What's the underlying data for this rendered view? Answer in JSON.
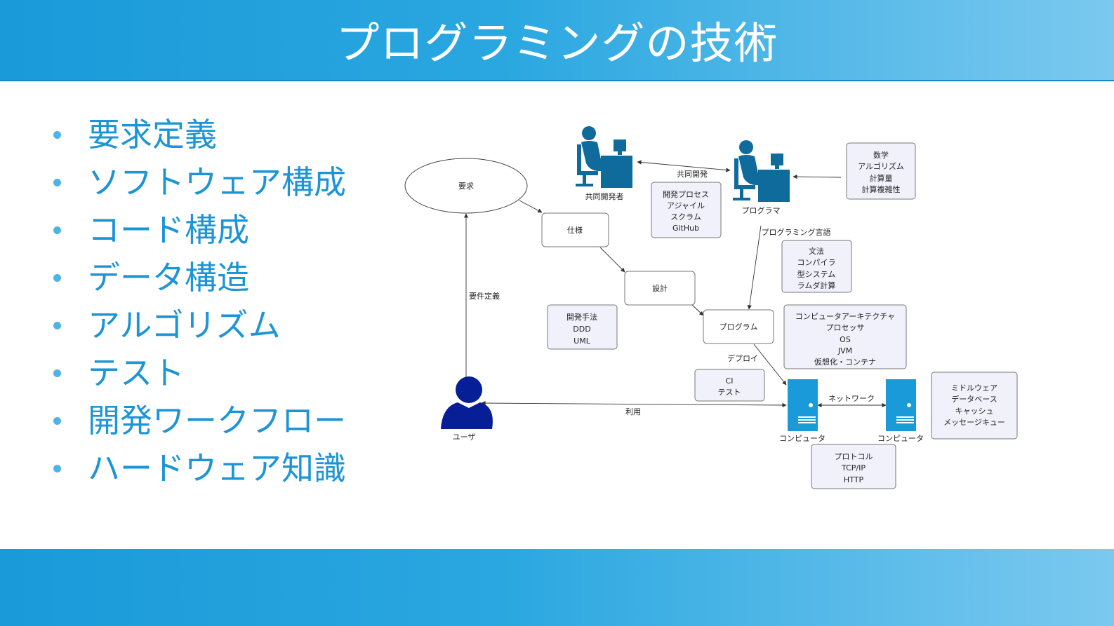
{
  "slide": {
    "title": "プログラミングの技術",
    "bullets": [
      "要求定義",
      "ソフトウェア構成",
      "コード構成",
      "データ構造",
      "アルゴリズム",
      "テスト",
      "開発ワークフロー",
      "ハードウェア知識"
    ]
  },
  "diagram": {
    "nodes": {
      "requirement": "要求",
      "spec": "仕様",
      "design": "設計",
      "program": "プログラム",
      "user": "ユーザ",
      "co_developer": "共同開発者",
      "programmer": "プログラマ",
      "computer_1": "コンピュータ",
      "computer_2": "コンピュータ"
    },
    "edges": {
      "requirement_definition": "要件定義",
      "co_development": "共同開発",
      "programming_language": "プログラミング言語",
      "deploy": "デプロイ",
      "usage": "利用",
      "network": "ネットワーク"
    },
    "notes": {
      "process": [
        "開発プロセス",
        "アジャイル",
        "スクラム",
        "GitHub"
      ],
      "math": [
        "数学",
        "アルゴリズム",
        "計算量",
        "計算複雑性"
      ],
      "language": [
        "文法",
        "コンパイラ",
        "型システム",
        "ラムダ計算"
      ],
      "design_method": [
        "開発手法",
        "DDD",
        "UML"
      ],
      "architecture": [
        "コンピュータアーキテクチャ",
        "プロセッサ",
        "OS",
        "JVM",
        "仮想化・コンテナ"
      ],
      "ci": [
        "CI",
        "テスト"
      ],
      "middleware": [
        "ミドルウェア",
        "データベース",
        "キャッシュ",
        "メッセージキュー"
      ],
      "protocol": [
        "プロトコル",
        "TCP/IP",
        "HTTP"
      ]
    }
  },
  "colors": {
    "header": "#1a9ad9",
    "bullet_text": "#1c95d6",
    "bullet_dot": "#4fb3e6",
    "person_icon": "#0f6b9c",
    "user_icon": "#061f96",
    "server_icon": "#1a9ad9",
    "note_fill": "#f1f1fb"
  },
  "icons": {
    "bullet": "bullet-dot-icon",
    "developer": "developer-at-desk-icon",
    "user": "user-person-icon",
    "server": "server-icon"
  }
}
